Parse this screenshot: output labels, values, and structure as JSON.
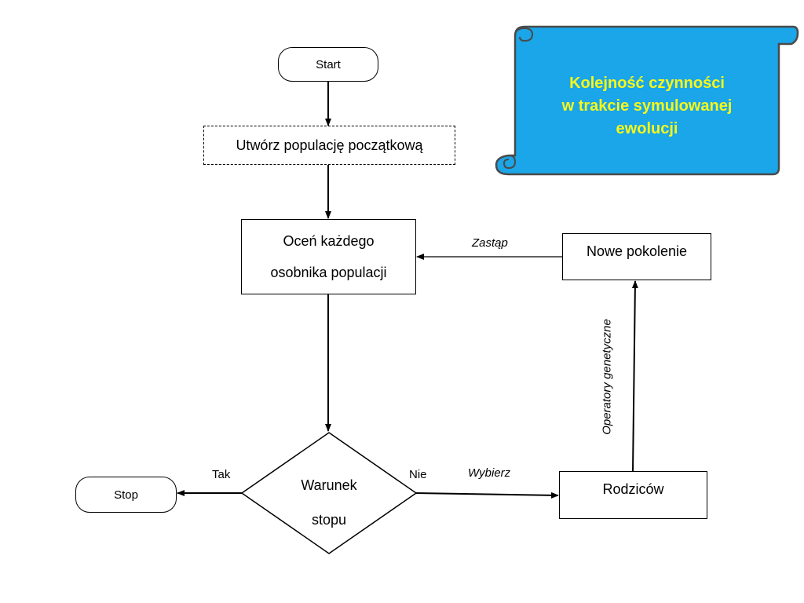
{
  "title": {
    "lines": [
      "Kolejność czynności",
      "w trakcie symulowanej",
      "ewolucji"
    ],
    "text_color": "#f7f71a",
    "scroll_color": "#1aa6e8",
    "scroll_edge_color": "#4a4a4a"
  },
  "nodes": {
    "start": "Start",
    "init": "Utwórz populację początkową",
    "evaluate": [
      "Oceń każdego",
      "osobnika populacji"
    ],
    "condition": [
      "Warunek",
      "stopu"
    ],
    "stop": "Stop",
    "parents": "Rodziców",
    "new_generation": "Nowe pokolenie"
  },
  "edge_labels": {
    "yes": "Tak",
    "no": "Nie",
    "select": "Wybierz",
    "operators": "Operatory genetyczne",
    "replace": "Zastąp"
  }
}
